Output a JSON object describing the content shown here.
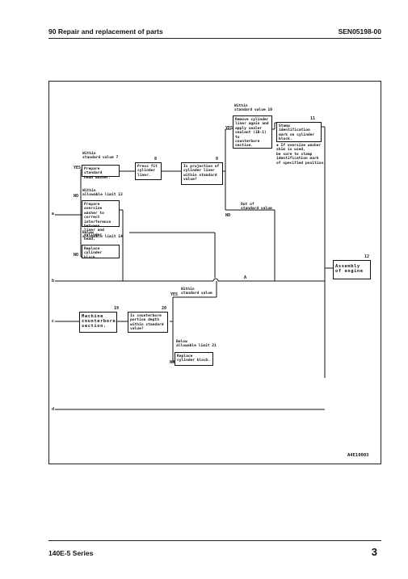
{
  "header": {
    "section_title": "90 Repair and replacement of parts",
    "doc_id": "SEN05198-00"
  },
  "footer": {
    "series": "140E-5 Series",
    "page_number": "3"
  },
  "diagram": {
    "inlets": {
      "a": "a",
      "b": "b",
      "c": "c",
      "d": "d"
    },
    "connector_a": "A",
    "code": "A4E10003",
    "yes": "YES",
    "no": "NO",
    "labels": {
      "l7": "Within\nstandard value 7",
      "l13": "Within\nallowable limit 13",
      "l14": "Below\nallowable limit 14",
      "l10": "Within\nstandard value 10",
      "l_out": "Out of\nstandard value",
      "l_within2": "Within\nstandard value",
      "l21": "Below\nallowable limit 21"
    },
    "numbers": {
      "n8": "8",
      "n9": "9",
      "n11": "11",
      "n12": "12",
      "n19": "19",
      "n20": "20"
    },
    "boxes": {
      "b7": "Prepare standard\nhead washer.",
      "b13": "Prepare oversize\nwasher to correct\ninterference between\nliner and cylinder\nhead.",
      "b14": "Replace\ncylinder block.",
      "b8": "Press fit\ncylinder liner.",
      "b9": "Is projection of\ncylinder liner\nwithin standard\nvalue?",
      "b10": "Remove cylinder\nliner again and\napply sealer\nsealant (1B-1) to\ncounterbore\nsection.",
      "b11": "Stamp identification\nmark on cylinder\nblock.",
      "b11_note": "If oversize washer\nshim is used,\nbe sure to stamp\nidentification mark\nof specified position.",
      "b12": "Assembly\nof engine",
      "b19": "Machine\ncounterbore\nsection.",
      "b20": "Is counterbore\nportion depth\nwithin standard\nvalue?",
      "b21": "Replace\ncylinder block."
    }
  }
}
